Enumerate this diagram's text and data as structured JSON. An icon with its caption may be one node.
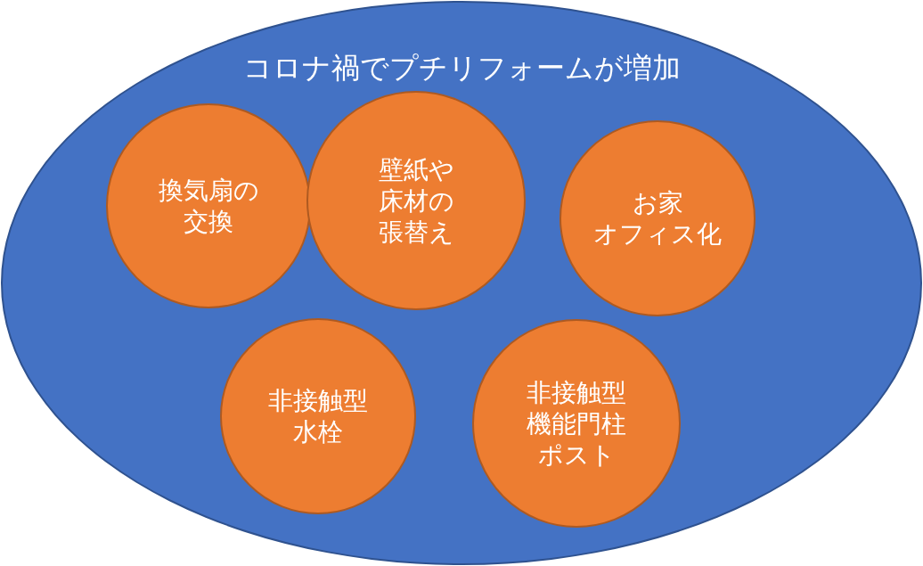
{
  "diagram": {
    "nodes": [
      {
        "text": [
          "コロナ禍でプチリフォームが増加"
        ]
      },
      {
        "text": [
          "換気扇の交換"
        ],
        "in": 0
      },
      {
        "text": [
          "壁紙や床材の張替え"
        ],
        "in": 0
      },
      {
        "text": [
          "お家オフィス化"
        ],
        "in": 0
      },
      {
        "text": [
          "非接触型水栓"
        ],
        "in": 0
      },
      {
        "text": [
          "非接触型機能門柱ポスト"
        ],
        "in": 0
      }
    ]
  }
}
